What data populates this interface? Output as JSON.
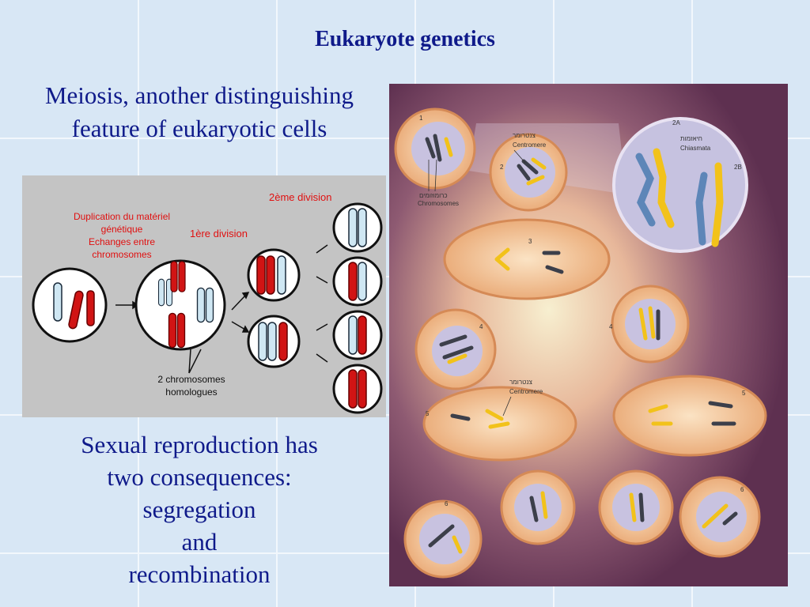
{
  "slide": {
    "title": "Eukaryote genetics",
    "lead_line1": "Meiosis, another distinguishing",
    "lead_line2": "feature of eukaryotic cells",
    "bottom_lines": [
      "Sexual reproduction has",
      "two consequences:",
      "segregation",
      "and",
      "recombination"
    ]
  },
  "diagram": {
    "label_division2": "2ème division",
    "label_division1": "1ère division",
    "label_duplication": [
      "Duplication du matériel",
      "génétique",
      "Echanges entre",
      "chromosomes"
    ],
    "label_homologues": [
      "2 chromosomes",
      "homologues"
    ]
  },
  "illustration": {
    "label_centromere_hebrew": "צנטרומר",
    "label_centromere": "Centromere",
    "label_chromosomes_hebrew": "כרומוזומים",
    "label_chromosomes": "Chromosomes",
    "label_chiasmata_hebrew": "חיאזמות",
    "label_chiasmata": "Chiasmata",
    "stage_labels": [
      "1",
      "2",
      "2A",
      "2B",
      "3",
      "4",
      "4",
      "5",
      "5",
      "6",
      "6"
    ]
  },
  "colors": {
    "title_text": "#0f1a8a",
    "diagram_label_red": "#e01010",
    "chromosome_red": "#d11414",
    "chromosome_blue": "#cfe7f3",
    "chromosome_yellow": "#f2c21a",
    "chromosome_dark": "#3c3f4a"
  }
}
